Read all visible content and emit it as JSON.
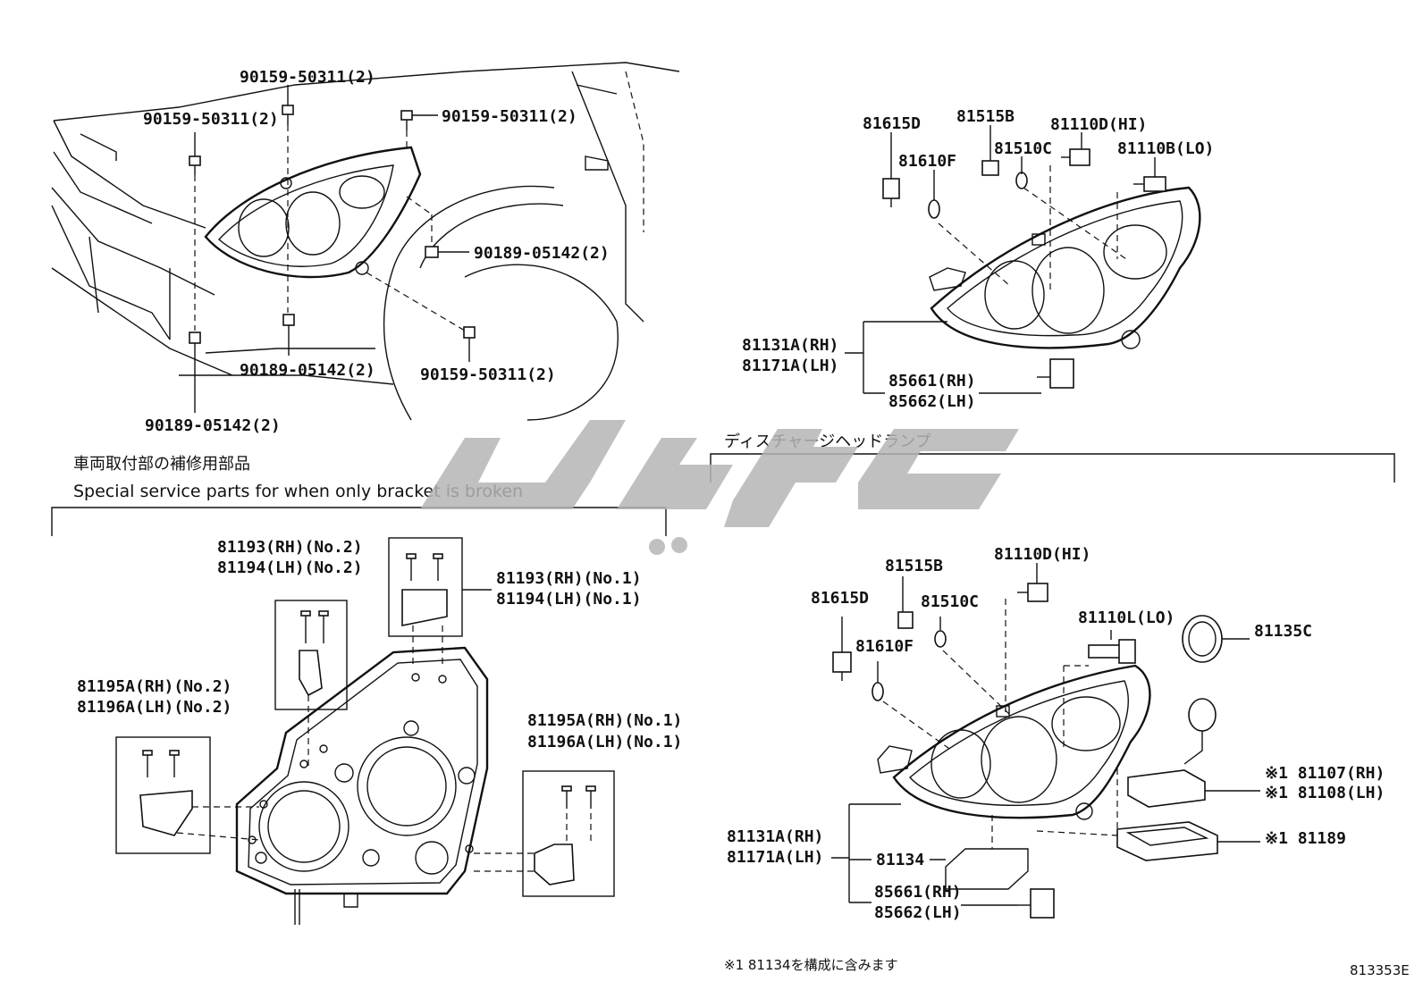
{
  "labels": {
    "tl_1": "90159-50311(2)",
    "tl_2": "90159-50311(2)",
    "tl_3": "90159-50311(2)",
    "tl_4": "90189-05142(2)",
    "tl_5": "90189-05142(2)",
    "tl_6": "90159-50311(2)",
    "tl_7": "90189-05142(2)",
    "tr_81615D": "81615D",
    "tr_81515B": "81515B",
    "tr_81110D": "81110D(HI)",
    "tr_81610F": "81610F",
    "tr_81510C": "81510C",
    "tr_81110B": "81110B(LO)",
    "tr_81131A": "81131A(RH)",
    "tr_81171A": "81171A(LH)",
    "tr_85661": "85661(RH)",
    "tr_85662": "85662(LH)",
    "bl_81193_no2": "81193(RH)(No.2)",
    "bl_81194_no2": "81194(LH)(No.2)",
    "bl_81193_no1": "81193(RH)(No.1)",
    "bl_81194_no1": "81194(LH)(No.1)",
    "bl_81195A_no2": "81195A(RH)(No.2)",
    "bl_81196A_no2": "81196A(LH)(No.2)",
    "bl_81195A_no1": "81195A(RH)(No.1)",
    "bl_81196A_no1": "81196A(LH)(No.1)",
    "br_81515B": "81515B",
    "br_81110D": "81110D(HI)",
    "br_81615D": "81615D",
    "br_81510C": "81510C",
    "br_81110L": "81110L(LO)",
    "br_81135C": "81135C",
    "br_81610F": "81610F",
    "br_81107": "※1 81107(RH)",
    "br_81108": "※1 81108(LH)",
    "br_81189": "※1 81189",
    "br_81131A": "81131A(RH)",
    "br_81171A": "81171A(LH)",
    "br_81134": "81134",
    "br_85661": "85661(RH)",
    "br_85662": "85662(LH)"
  },
  "section_titles": {
    "bracket_jp": "車両取付部の補修用部品",
    "bracket_en": "Special service parts for when only bracket is broken",
    "discharge_jp": "ディスチャージヘッドランプ"
  },
  "footnote": "※1 81134を構成に含みます",
  "diagram_code": "813353E"
}
